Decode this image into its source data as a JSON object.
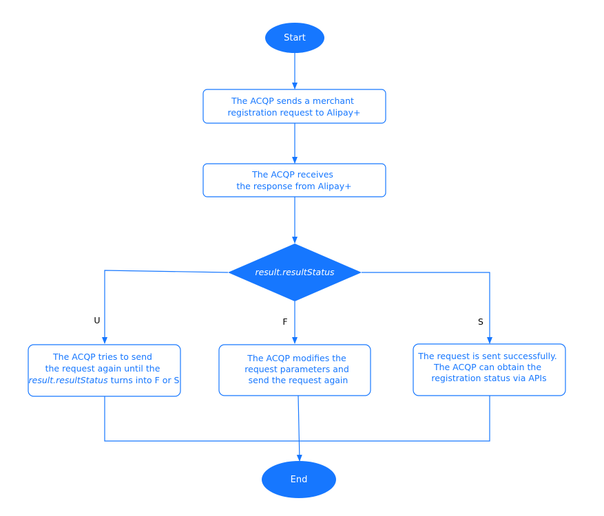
{
  "colors": {
    "accent": "#1677FF",
    "text_in_box": "#1677FF",
    "text_on_fill": "#FFFFFF",
    "line": "#1677FF"
  },
  "nodes": {
    "start": "Start",
    "send": [
      "The ACQP sends a merchant",
      "registration  request to Alipay+"
    ],
    "receive": [
      "The ACQP receives",
      "the response from Alipay+"
    ],
    "decision": "result.resultStatus",
    "retry": {
      "line1": "The ACQP tries to send",
      "line2": "the request again until the",
      "line3_italic": "result.resultStatus",
      "line3_rest": " turns into F or S"
    },
    "modify": [
      "The ACQP modifies  the",
      "request parameters and",
      "send the request again"
    ],
    "success": [
      "The request is sent successfully.",
      "The ACQP can obtain the",
      "registration  status via APIs"
    ],
    "end": "End"
  },
  "branches": {
    "u": "U",
    "f": "F",
    "s": "S"
  }
}
